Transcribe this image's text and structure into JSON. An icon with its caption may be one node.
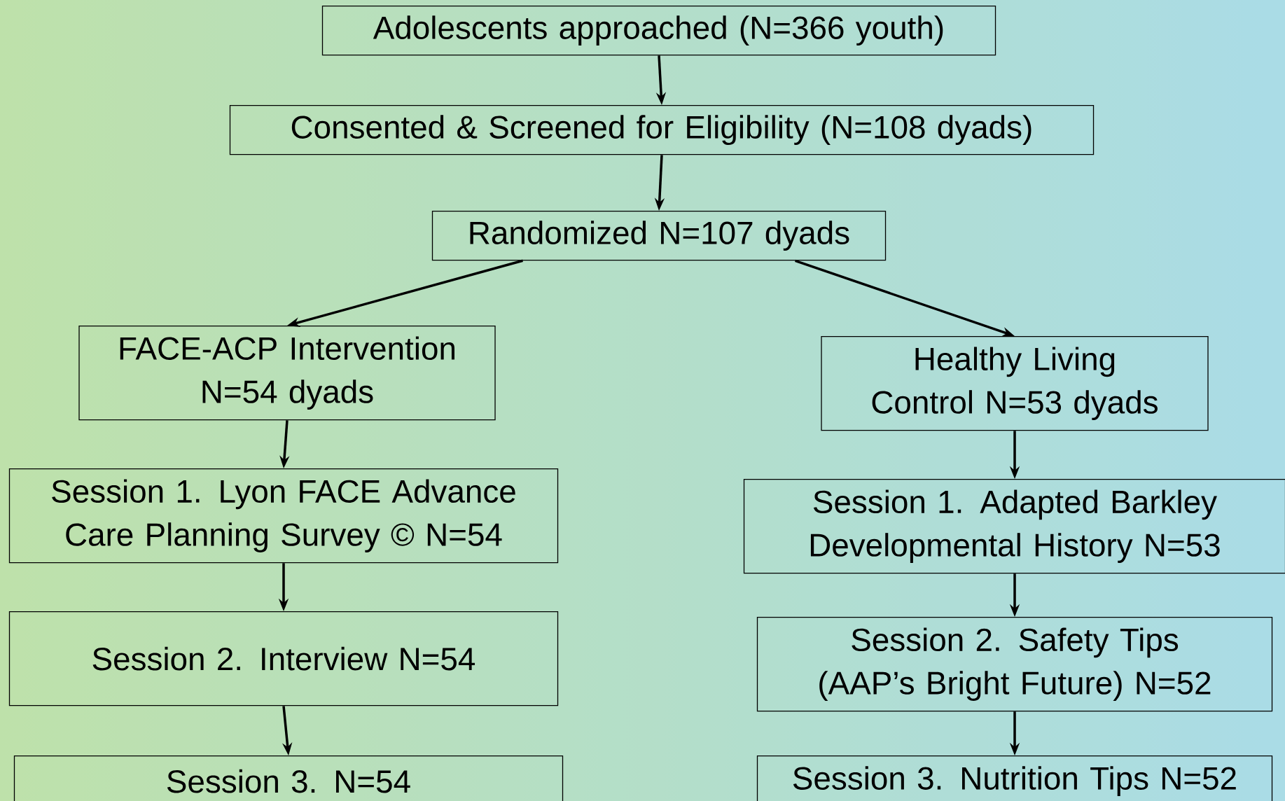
{
  "diagram": {
    "nodes": [
      {
        "text": [
          "Adolescents approached (N=366 youth)"
        ]
      },
      {
        "text": [
          "Consented & Screened for Eligibility (N=108 dyads)"
        ]
      },
      {
        "text": [
          "Randomized N=107 dyads"
        ]
      },
      {
        "text": [
          "FACE-ACP Intervention N=54 dyads"
        ]
      },
      {
        "text": [
          "Healthy Living Control N=53 dyads"
        ]
      },
      {
        "text": [
          "Session 1. Lyon FACE Advance Care Planning Survey © N=54"
        ]
      },
      {
        "text": [
          "Session 1. Adapted Barkley Developmental History N=53"
        ]
      },
      {
        "text": [
          "Session 2. Interview N=54"
        ]
      },
      {
        "text": [
          "Session 2. Safety Tips (AAP’s Bright Future) N=52"
        ]
      },
      {
        "text": [
          "Session 3. N=54"
        ]
      },
      {
        "text": [
          "Session 3. Nutrition Tips N=52"
        ]
      }
    ],
    "edges": [
      {
        "from": 0,
        "to": 1,
        "arrow": "to"
      },
      {
        "from": 1,
        "to": 2,
        "arrow": "to"
      },
      {
        "from": 2,
        "to": 3,
        "arrow": "to"
      },
      {
        "from": 2,
        "to": 4,
        "arrow": "to"
      },
      {
        "from": 3,
        "to": 5,
        "arrow": "to"
      },
      {
        "from": 5,
        "to": 7,
        "arrow": "to"
      },
      {
        "from": 7,
        "to": 9,
        "arrow": "to"
      },
      {
        "from": 4,
        "to": 6,
        "arrow": "to"
      },
      {
        "from": 6,
        "to": 8,
        "arrow": "to"
      },
      {
        "from": 8,
        "to": 10,
        "arrow": "to"
      }
    ]
  }
}
